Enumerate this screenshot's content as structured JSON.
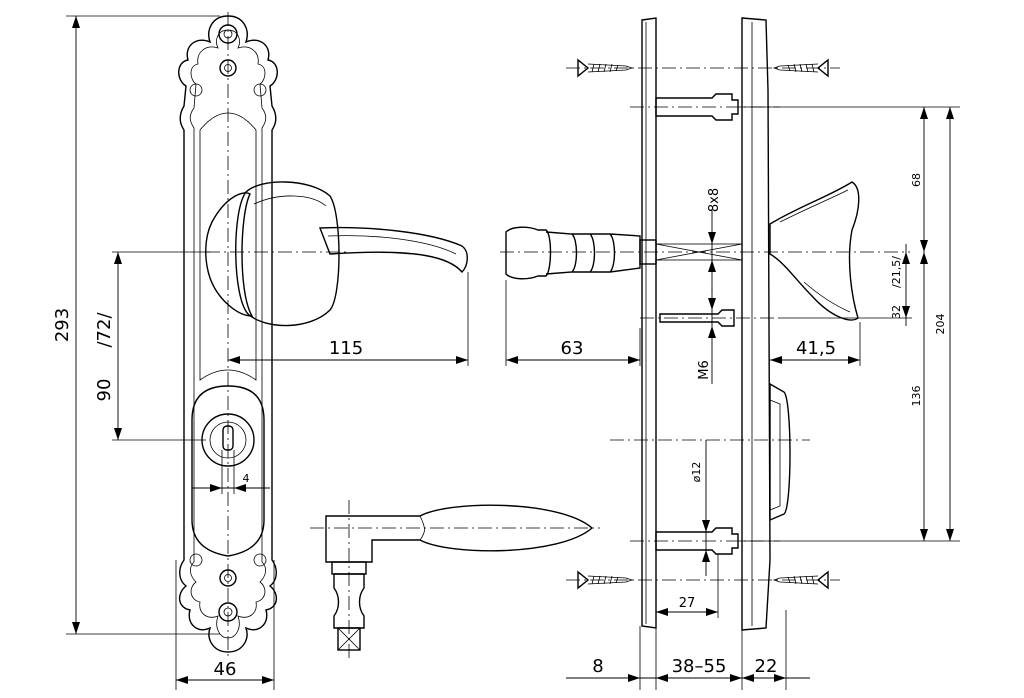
{
  "dimensions": {
    "overall_height": "293",
    "handle_to_key": "90",
    "handle_to_key_alt": "/72/",
    "plate_width": "46",
    "lever_length": "115",
    "key_offset": "4",
    "knob_projection": "63",
    "spindle": "8x8",
    "thread": "M6",
    "lever_projection": "41,5",
    "upper_screw": "68",
    "lower_screw": "136",
    "total_span": "204",
    "knob_offset": "32",
    "knob_offset_alt": "/21,5/",
    "cylinder_dia": "ø12",
    "bolt_depth": "27",
    "plate_thickness": "8",
    "door_range": "38–55",
    "rosette_thickness": "22"
  }
}
